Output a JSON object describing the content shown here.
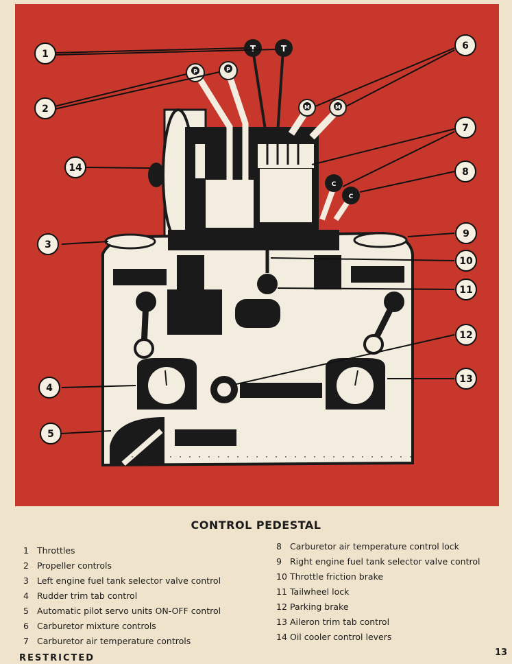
{
  "caption": "CONTROL PEDESTAL",
  "callouts": [
    "1",
    "2",
    "3",
    "4",
    "5",
    "6",
    "7",
    "8",
    "9",
    "10",
    "11",
    "12",
    "13",
    "14"
  ],
  "knob_letters": {
    "throttle": "T",
    "propeller": "P",
    "mixture": "M",
    "carb_air": "C"
  },
  "legend_left": [
    {
      "num": "1",
      "label": "Throttles"
    },
    {
      "num": "2",
      "label": "Propeller controls"
    },
    {
      "num": "3",
      "label": "Left engine fuel tank selector valve control"
    },
    {
      "num": "4",
      "label": "Rudder trim tab control"
    },
    {
      "num": "5",
      "label": "Automatic pilot servo units ON-OFF control"
    },
    {
      "num": "6",
      "label": "Carburetor mixture controls"
    },
    {
      "num": "7",
      "label": "Carburetor air temperature controls"
    }
  ],
  "legend_right": [
    {
      "num": "8",
      "label": "Carburetor air temperature control lock"
    },
    {
      "num": "9",
      "label": "Right engine fuel tank selector valve control"
    },
    {
      "num": "10",
      "label": "Throttle friction brake"
    },
    {
      "num": "11",
      "label": "Tailwheel lock"
    },
    {
      "num": "12",
      "label": "Parking brake"
    },
    {
      "num": "13",
      "label": "Aileron trim tab control"
    },
    {
      "num": "14",
      "label": "Oil cooler control levers"
    }
  ],
  "footer": "RESTRICTED",
  "page_number": "13",
  "colors": {
    "background_red": "#c8372b",
    "paper": "#efe3cc",
    "ink": "#1c1c1c",
    "pedestal": "#f3ede0"
  }
}
